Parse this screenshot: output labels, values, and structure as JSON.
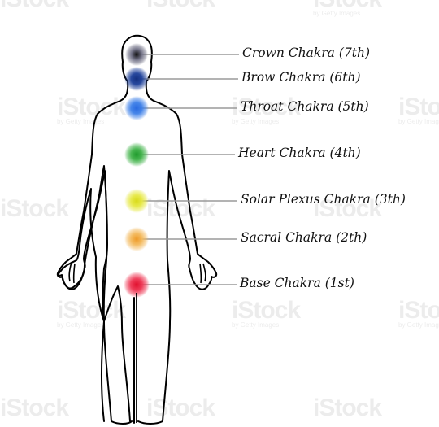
{
  "chakras": [
    {
      "label": "Crown Chakra (7th)",
      "color": "#6a6a80",
      "core": "#101010"
    },
    {
      "label": "Brow Chakra (6th)",
      "color": "#1c3f99",
      "core": "#143080"
    },
    {
      "label": "Throat Chakra (5th)",
      "color": "#3c7fe8",
      "core": "#2a6ae0"
    },
    {
      "label": "Heart Chakra (4th)",
      "color": "#41b34a",
      "core": "#1f9a2c"
    },
    {
      "label": "Solar Plexus Chakra (3th)",
      "color": "#e6e842",
      "core": "#d8da1a"
    },
    {
      "label": "Sacral Chakra (2th)",
      "color": "#f3b85a",
      "core": "#ee9a28"
    },
    {
      "label": "Base Chakra (1st)",
      "color": "#ee3552",
      "core": "#e0102e"
    }
  ],
  "watermark": {
    "brand": "iStock",
    "credit": "by Getty Images"
  },
  "colors": {
    "outline": "#000000",
    "leader": "#9a9a9a"
  }
}
